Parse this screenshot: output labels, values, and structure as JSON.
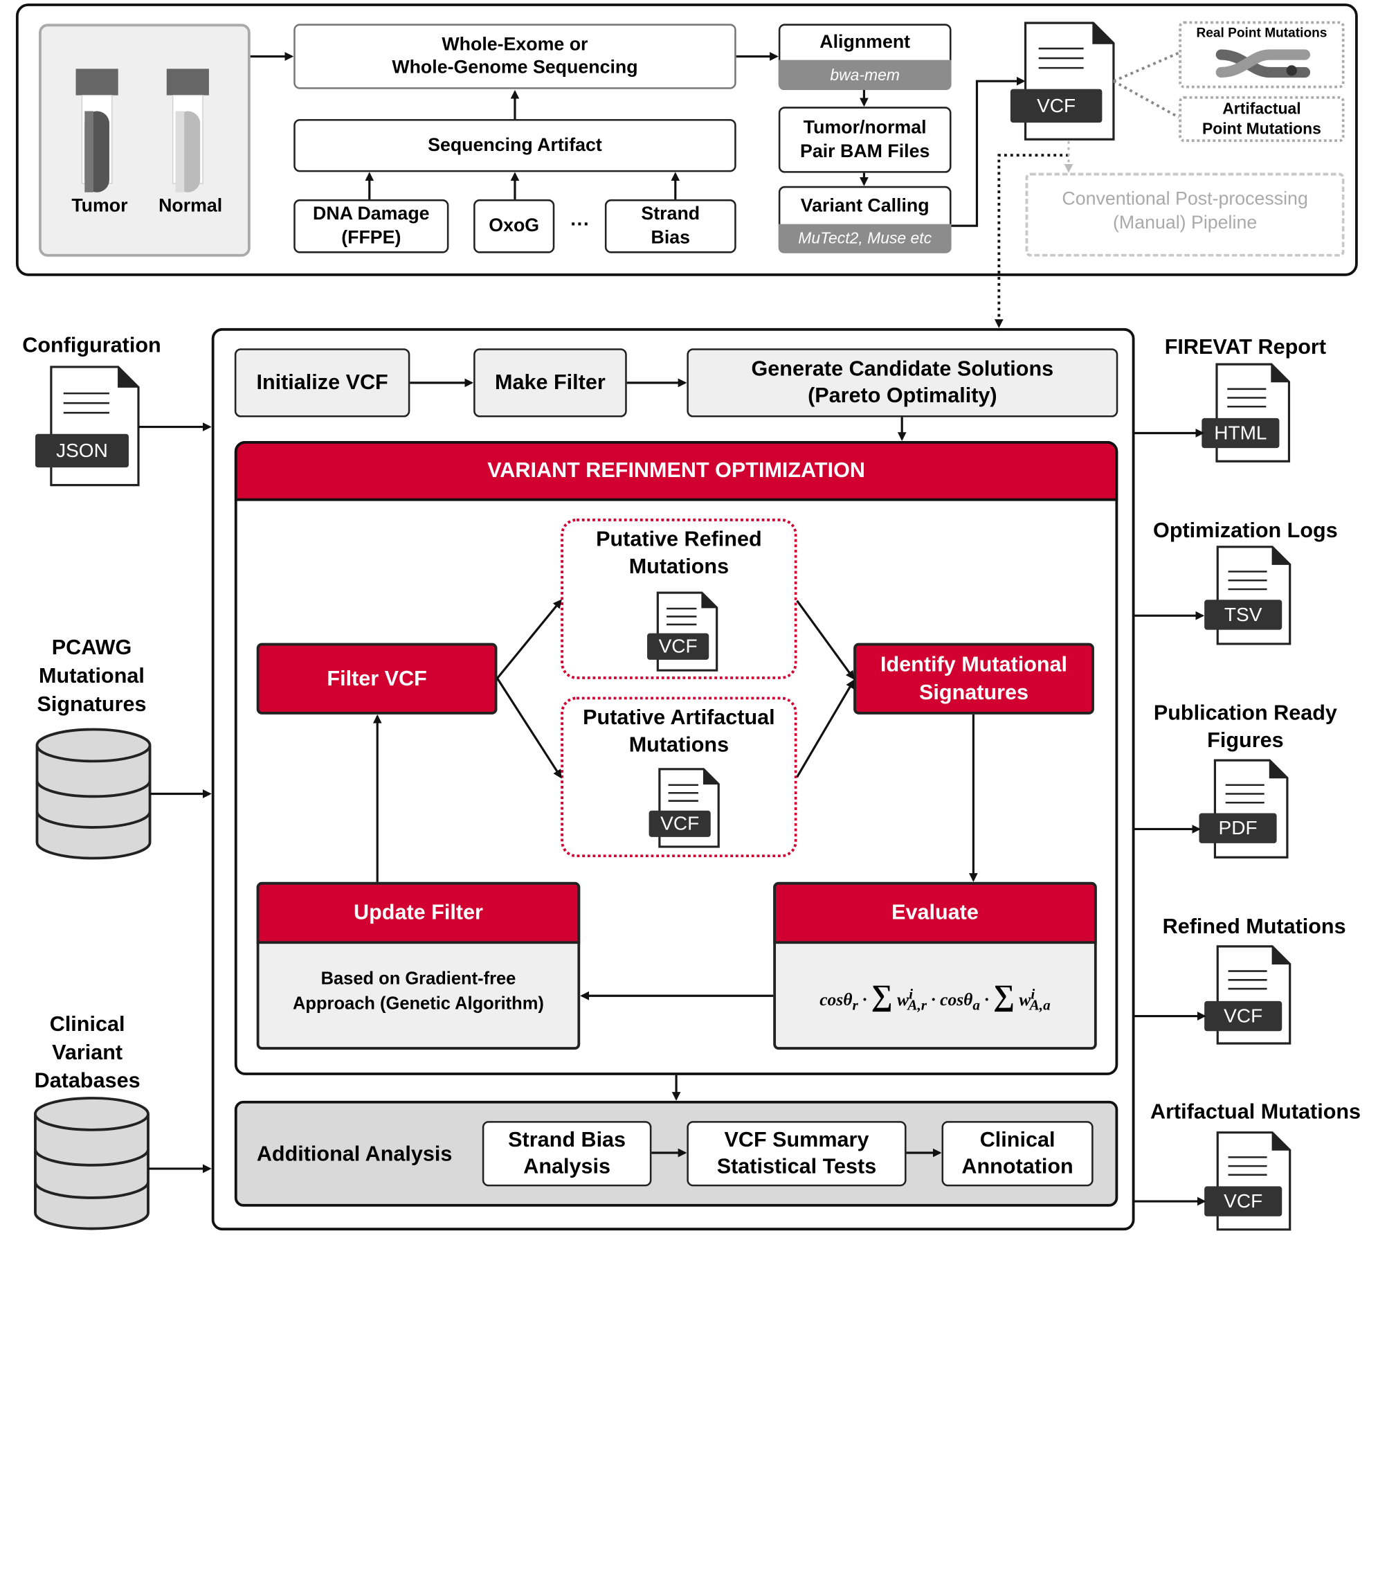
{
  "top": {
    "tumor": "Tumor",
    "normal": "Normal",
    "sequencing": "Whole-Exome or\nWhole-Genome Sequencing",
    "artifact": "Sequencing Artifact",
    "dna_damage": "DNA Damage\n(FFPE)",
    "oxog": "OxoG",
    "ellipsis": "···",
    "strand_bias": "Strand\nBias",
    "alignment": "Alignment",
    "bwa": "bwa-mem",
    "bam": "Tumor/normal\nPair BAM Files",
    "variant_calling": "Variant Calling",
    "callers": "MuTect2, Muse etc",
    "vcf": "VCF",
    "real_point": "Real Point Mutations",
    "artifactual_point": "Artifactual\nPoint Mutations",
    "conventional": "Conventional Post-processing\n(Manual) Pipeline"
  },
  "inputs": {
    "configuration": "Configuration",
    "json": "JSON",
    "pcawg": "PCAWG\nMutational\nSignatures",
    "clinical": "Clinical\nVariant\nDatabases"
  },
  "main": {
    "initialize": "Initialize VCF",
    "make_filter": "Make Filter",
    "generate": "Generate Candidate Solutions\n(Pareto Optimality)",
    "vro_title": "VARIANT REFINMENT OPTIMIZATION",
    "filter_vcf": "Filter VCF",
    "putative_refined": "Putative Refined\nMutations",
    "putative_artifactual": "Putative Artifactual\nMutations",
    "vcf_label": "VCF",
    "identify": "Identify Mutational\nSignatures",
    "update_filter": "Update Filter",
    "update_desc": "Based on Gradient-free\nApproach (Genetic Algorithm)",
    "evaluate": "Evaluate",
    "formula": "cosθr · ∑ w A,r · cosθa · ∑ w A,a",
    "additional": "Additional Analysis",
    "strand_bias_analysis": "Strand Bias\nAnalysis",
    "vcf_summary": "VCF Summary\nStatistical Tests",
    "clinical_annotation": "Clinical\nAnnotation"
  },
  "outputs": [
    {
      "title": "FIREVAT Report",
      "tag": "HTML"
    },
    {
      "title": "Optimization Logs",
      "tag": "TSV"
    },
    {
      "title": "Publication Ready\nFigures",
      "tag": "PDF"
    },
    {
      "title": "Refined Mutations",
      "tag": "VCF"
    },
    {
      "title": "Artifactual Mutations",
      "tag": "VCF"
    }
  ],
  "colors": {
    "accent_red": "#d10030",
    "dark": "#222222",
    "grey_fill": "#efefef"
  }
}
